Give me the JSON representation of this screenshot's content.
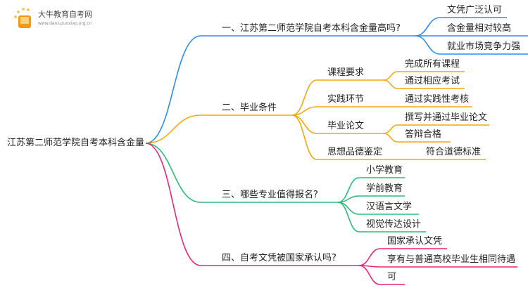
{
  "logo": {
    "title": "大牛教育自考网",
    "url": "www.daniuzuoxiao.org.cn"
  },
  "colors": {
    "branch1": "#2d8cf0",
    "branch2": "#f5a70c",
    "branch3": "#2bbd7a",
    "branch4": "#f0227a"
  },
  "root": "江苏第二师范学院自考本科含金量",
  "branches": [
    {
      "label": "一、江苏第二师范学院自考本科含金量高吗?",
      "children": [
        {
          "label": "文凭广泛认可"
        },
        {
          "label": "含金量相对较高"
        },
        {
          "label": "就业市场竞争力强"
        }
      ]
    },
    {
      "label": "二、毕业条件",
      "children": [
        {
          "label": "课程要求",
          "children": [
            {
              "label": "完成所有课程"
            },
            {
              "label": "通过相应考试"
            }
          ]
        },
        {
          "label": "实践环节",
          "children": [
            {
              "label": "通过实践性考核"
            }
          ]
        },
        {
          "label": "毕业论文",
          "children": [
            {
              "label": "撰写并通过毕业论文"
            },
            {
              "label": "答辩合格"
            }
          ]
        },
        {
          "label": "思想品德鉴定",
          "children": [
            {
              "label": "符合道德标准"
            }
          ]
        }
      ]
    },
    {
      "label": "三、哪些专业值得报名?",
      "children": [
        {
          "label": "小学教育"
        },
        {
          "label": "学前教育"
        },
        {
          "label": "汉语言文学"
        },
        {
          "label": "视觉传达设计"
        }
      ]
    },
    {
      "label": "四、自考文凭被国家承认吗?",
      "children": [
        {
          "label": "国家承认文凭"
        },
        {
          "label": "享有与普通高校毕业生相同待遇"
        },
        {
          "label": "可"
        }
      ]
    }
  ]
}
